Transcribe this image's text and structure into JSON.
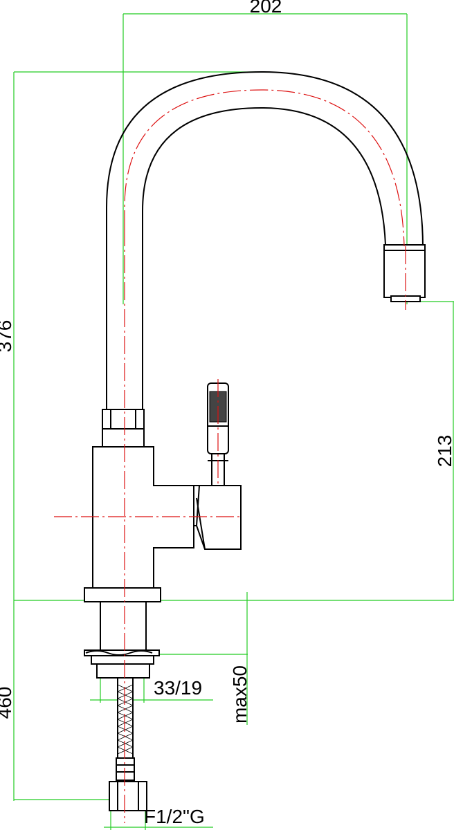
{
  "drawing": {
    "colors": {
      "outline": "#000000",
      "dimension": "#22cc22",
      "centerline": "#dd1111",
      "background": "#ffffff"
    },
    "dimensions": {
      "spout_reach": "202",
      "total_height": "376",
      "spout_height": "213",
      "flexible_hose_length": "460",
      "hole_diameter": "33/19",
      "max_deck_thickness": "max50",
      "connection_thread": "F1/2\"G"
    }
  }
}
